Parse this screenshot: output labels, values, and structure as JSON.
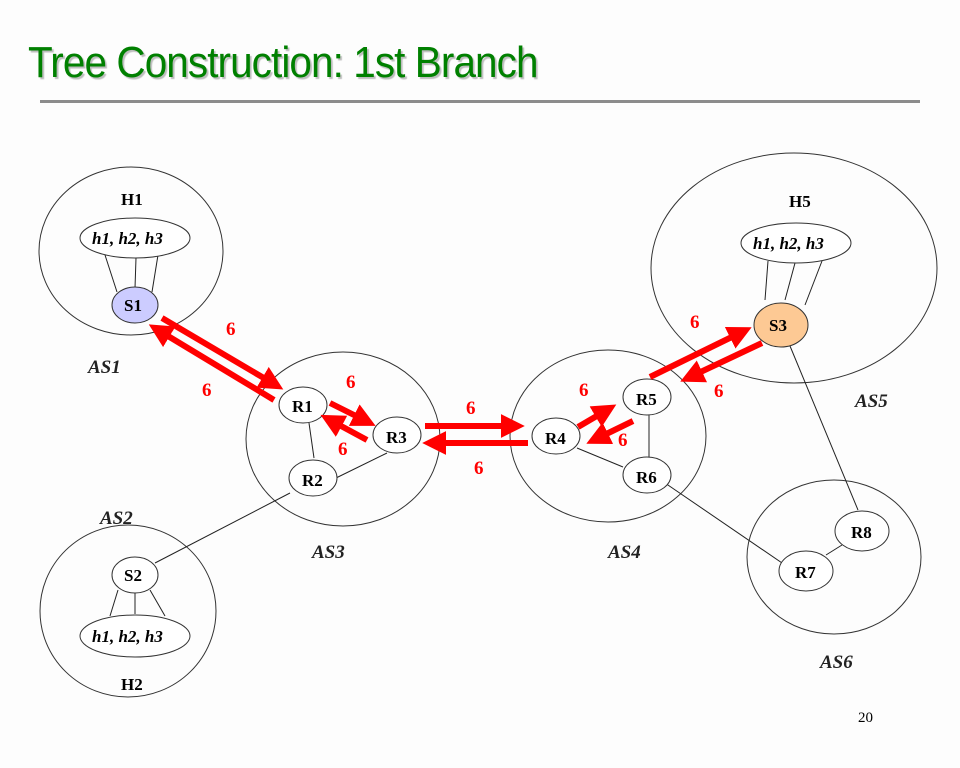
{
  "slide": {
    "title": "Tree Construction: 1st Branch",
    "page_number": "20"
  },
  "colors": {
    "title": "#008000",
    "arrow": "#ff0000",
    "s1_fill": "#ccccff",
    "s3_fill": "#fdc994"
  },
  "domains": {
    "as1": "AS1",
    "as2": "AS2",
    "as3": "AS3",
    "as4": "AS4",
    "as5": "AS5",
    "as6": "AS6"
  },
  "host_groups": {
    "h1": {
      "label": "H1",
      "hosts": "h1, h2, h3"
    },
    "h2": {
      "label": "H2",
      "hosts": "h1, h2, h3"
    },
    "h5": {
      "label": "H5",
      "hosts": "h1, h2, h3"
    }
  },
  "nodes": {
    "s1": "S1",
    "s2": "S2",
    "s3": "S3",
    "r1": "R1",
    "r2": "R2",
    "r3": "R3",
    "r4": "R4",
    "r5": "R5",
    "r6": "R6",
    "r7": "R7",
    "r8": "R8"
  },
  "messages": {
    "s1_to_r1": "6",
    "r1_to_s1": "6",
    "r1_to_r3": "6",
    "r3_to_r1": "6",
    "r3_to_r4": "6",
    "r4_to_r3": "6",
    "r4_to_r5": "6",
    "r5_to_r4": "6",
    "r5_to_s3": "6",
    "s3_to_r5": "6"
  }
}
